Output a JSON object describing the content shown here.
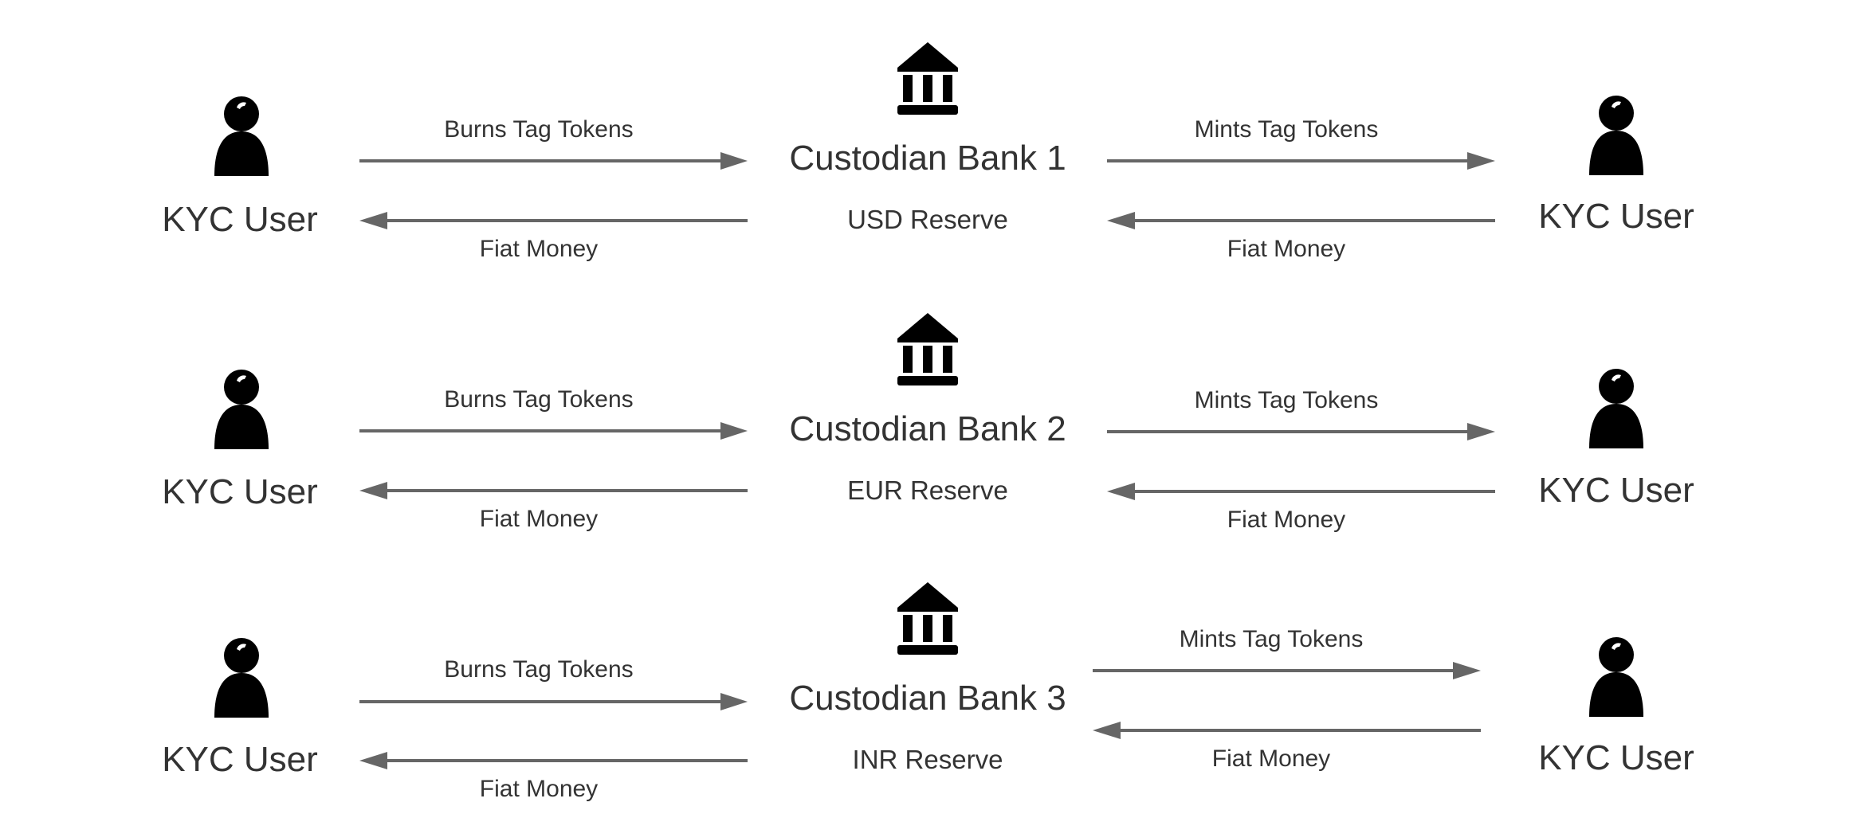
{
  "rows": [
    {
      "left_user": "KYC User",
      "right_user": "KYC User",
      "bank": "Custodian Bank 1",
      "reserve": "USD Reserve",
      "left_top_label": "Burns Tag Tokens",
      "left_bottom_label": "Fiat Money",
      "right_top_label": "Mints Tag Tokens",
      "right_bottom_label": "Fiat Money"
    },
    {
      "left_user": "KYC User",
      "right_user": "KYC User",
      "bank": "Custodian Bank 2",
      "reserve": "EUR Reserve",
      "left_top_label": "Burns Tag Tokens",
      "left_bottom_label": "Fiat Money",
      "right_top_label": "Mints Tag Tokens",
      "right_bottom_label": "Fiat Money"
    },
    {
      "left_user": "KYC User",
      "right_user": "KYC User",
      "bank": "Custodian Bank 3",
      "reserve": "INR Reserve",
      "left_top_label": "Burns Tag Tokens",
      "left_bottom_label": "Fiat Money",
      "right_top_label": "Mints Tag Tokens",
      "right_bottom_label": "Fiat Money"
    }
  ],
  "icons": {
    "user": "user-icon",
    "bank": "bank-icon"
  },
  "colors": {
    "text": "#333333",
    "arrow": "#666666",
    "icon": "#000000",
    "background": "#ffffff"
  }
}
